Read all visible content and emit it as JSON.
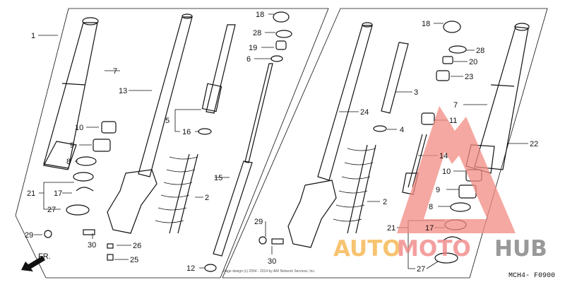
{
  "diagram": {
    "code": "MCH4- F0900",
    "copyright": "Page design (c) 2004 - 2014 by ARI Network Services, Inc.",
    "front_arrow": "FR.",
    "watermark": {
      "text_a": "AUTO",
      "text_b": "MOTO",
      "text_c": "HUB",
      "color_a": "#f5b041",
      "color_b": "#f08080",
      "color_c": "#777777",
      "triangle_color": "#f28b82"
    },
    "left_labels": [
      "1",
      "7",
      "13",
      "5",
      "16",
      "10",
      "9",
      "8",
      "21",
      "17",
      "27",
      "2",
      "15",
      "29",
      "30",
      "26",
      "25",
      "12",
      "18",
      "28",
      "19",
      "6"
    ],
    "right_labels": [
      "18",
      "28",
      "20",
      "23",
      "3",
      "24",
      "4",
      "11",
      "14",
      "2",
      "22",
      "7",
      "10",
      "9",
      "8",
      "21",
      "17",
      "27",
      "29",
      "30"
    ]
  }
}
